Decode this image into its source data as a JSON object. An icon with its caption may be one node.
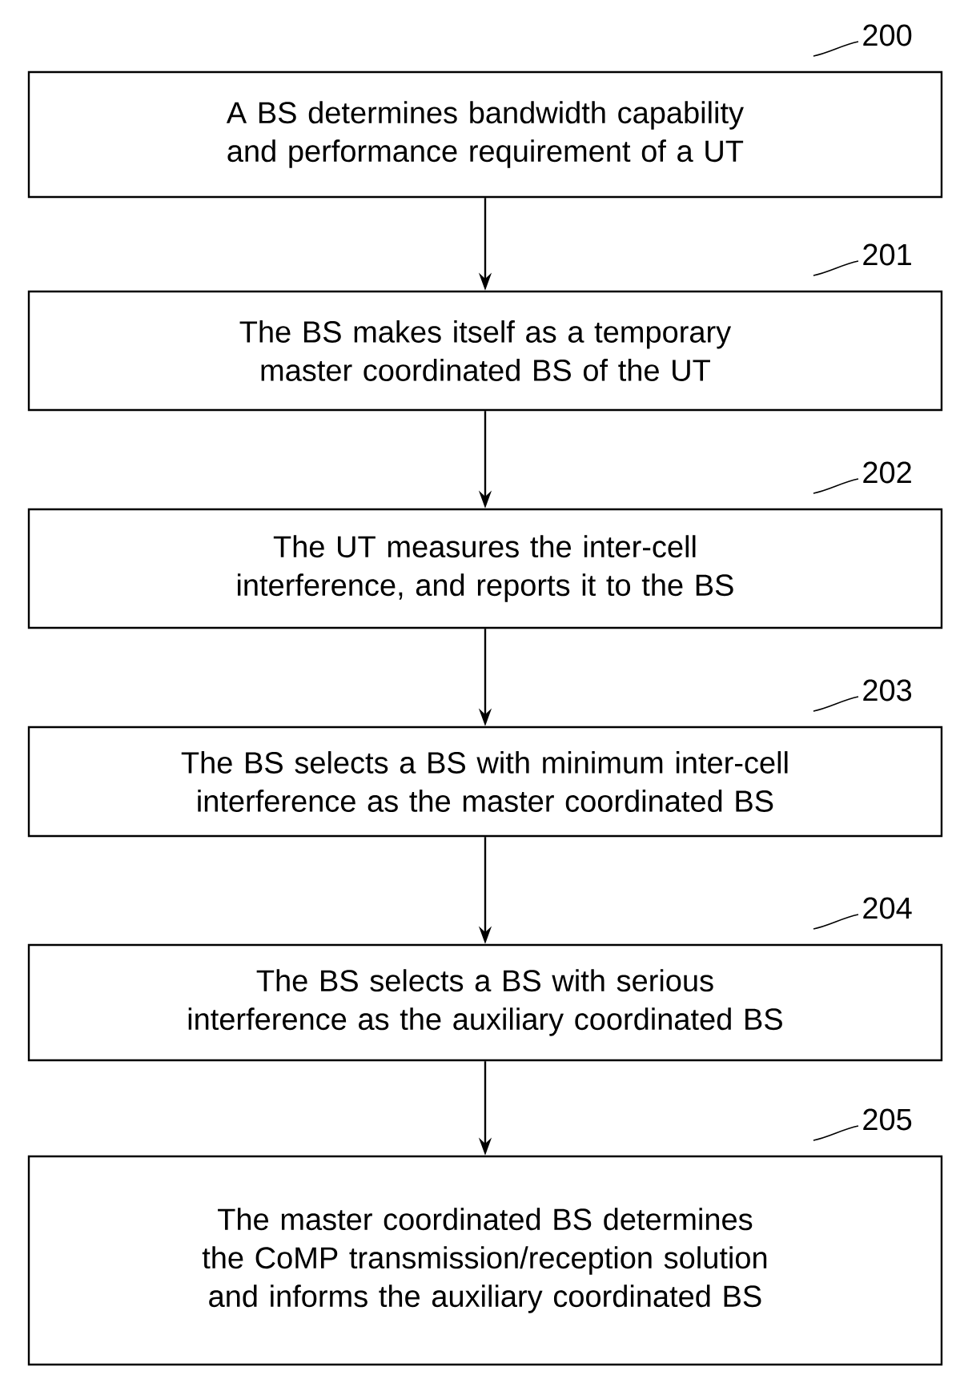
{
  "diagram": {
    "nodes": [
      {
        "text": [
          "A BS determines bandwidth capability and performance requirement of a UT"
        ],
        "beside": [
          "200"
        ]
      },
      {
        "text": [
          "The BS makes itself as a temporary master coordinated BS of the UT"
        ],
        "beside": [
          "201"
        ]
      },
      {
        "text": [
          "The UT measures the inter-cell interference, and reports it to the BS"
        ],
        "beside": [
          "202"
        ]
      },
      {
        "text": [
          "The BS selects a BS with minimum inter-cell interference as the master coordinated BS"
        ],
        "beside": [
          "203"
        ]
      },
      {
        "text": [
          "The BS selects a BS with serious interference as the auxiliary coordinated BS"
        ],
        "beside": [
          "204"
        ]
      },
      {
        "text": [
          "The master coordinated BS determines the CoMP transmission/reception solution and informs the auxiliary coordinated BS"
        ],
        "beside": [
          "205"
        ]
      }
    ],
    "edges": [
      {
        "from": 0,
        "to": 1,
        "arrow": "to"
      },
      {
        "from": 1,
        "to": 2,
        "arrow": "to"
      },
      {
        "from": 2,
        "to": 3,
        "arrow": "to"
      },
      {
        "from": 3,
        "to": 4,
        "arrow": "to"
      },
      {
        "from": 4,
        "to": 5,
        "arrow": "to"
      }
    ]
  }
}
